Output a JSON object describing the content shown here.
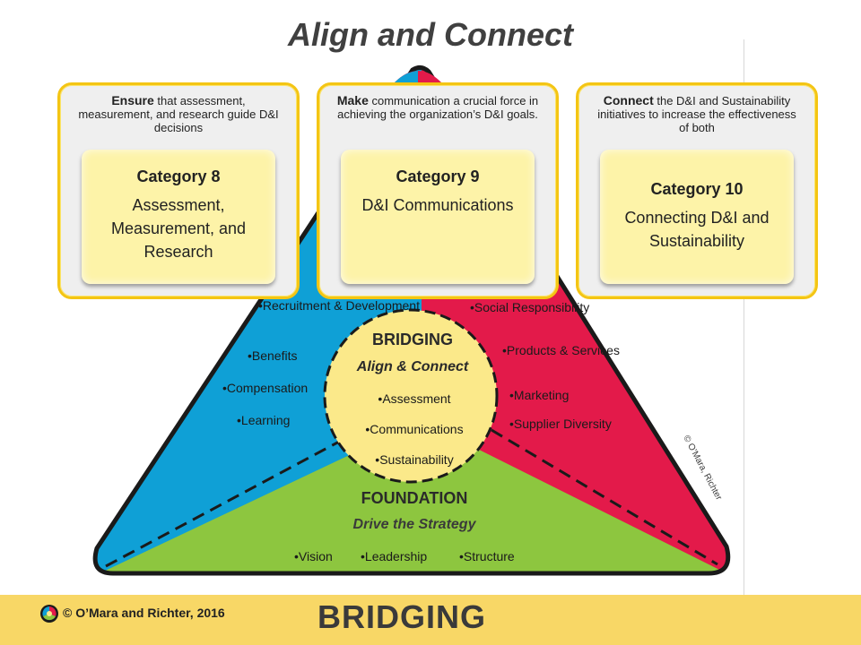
{
  "slide": {
    "title": "Align and Connect"
  },
  "cards": [
    {
      "lead": "Ensure",
      "rest": " that assessment, measurement, and research guide D&I decisions",
      "category": "Category 8",
      "description": "Assessment, Measurement, and Research"
    },
    {
      "lead": "Make",
      "rest": " communication a crucial force in achieving the organization’s D&I goals.",
      "category": "Category 9",
      "description": "D&I Communications"
    },
    {
      "lead": "Connect",
      "rest": " the D&I and Sustainability initiatives to increase the effectiveness of both",
      "category": "Category 10",
      "description": "Connecting D&I and Sustainability"
    }
  ],
  "diagram": {
    "left_items": [
      "•Recruitment & Development",
      "•Benefits",
      "•Compensation",
      "•Learning"
    ],
    "right_items": [
      "•Social Responsibility",
      "•Products & Services",
      "•Marketing",
      "•Supplier Diversity"
    ],
    "bridging": {
      "title": "BRIDGING",
      "subtitle": "Align & Connect",
      "items": [
        "•Assessment",
        "•Communications",
        "•Sustainability"
      ]
    },
    "foundation": {
      "title": "FOUNDATION",
      "subtitle": "Drive the Strategy",
      "items": [
        "•Vision",
        "•Leadership",
        "•Structure"
      ]
    },
    "credit": "© O’Mara, Richter",
    "colors": {
      "blue": "#0fa0d6",
      "red": "#e31a4a",
      "green": "#8dc63f",
      "circle": "#fbe98a",
      "card_border": "#f4c514"
    }
  },
  "footer": {
    "copyright": "© O’Mara and Richter, 2016",
    "word": "BRIDGING"
  }
}
